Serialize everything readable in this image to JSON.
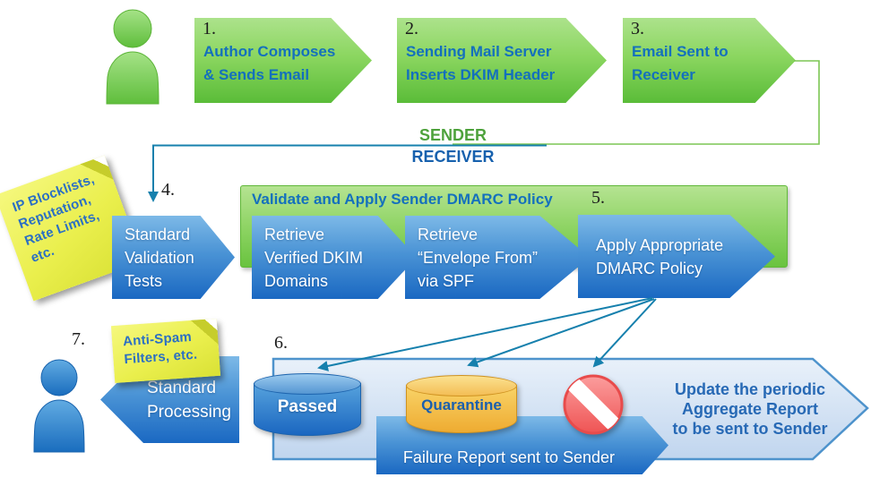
{
  "diagram": {
    "sender": {
      "steps": [
        {
          "num": "1.",
          "label": "Author Composes\n& Sends Email"
        },
        {
          "num": "2.",
          "label": "Sending Mail Server\nInserts DKIM Header"
        },
        {
          "num": "3.",
          "label": "Email Sent to\nReceiver"
        }
      ]
    },
    "divider": {
      "sender_label": "SENDER",
      "receiver_label": "RECEIVER"
    },
    "notes": [
      {
        "text": "IP Blocklists,\nReputation,\nRate Limits,\netc."
      },
      {
        "text": "Anti-Spam\nFilters, etc."
      }
    ],
    "receiver": {
      "validation": {
        "num": "4.",
        "label": "Standard\nValidation\nTests"
      },
      "policy_box": {
        "num": "5.",
        "title": "Validate and Apply Sender DMARC Policy",
        "steps": [
          "Retrieve\nVerified DKIM\nDomains",
          "Retrieve\n“Envelope From”\nvia SPF",
          "Apply Appropriate\nDMARC Policy"
        ]
      },
      "outcomes": {
        "num": "6.",
        "passed": "Passed",
        "quarantine": "Quarantine",
        "aggregate": "Update the periodic\nAggregate Report\nto be sent to Sender",
        "failure": "Failure Report sent to Sender"
      },
      "processing": {
        "num": "7.",
        "label": "Standard\nProcessing"
      }
    },
    "colors": {
      "flow_green": "#5abc38",
      "flow_blue": "#1a68c2",
      "label_blue": "#1470bd",
      "teal_connector": "#1680ad",
      "sender_green": "#4ea23c",
      "receiver_blue": "#1761ae",
      "sticky_yellow": "#eaef4d",
      "band_fill": "#c3d7ee",
      "quarantine_orange": "#eeab31",
      "deny_red": "#f26060"
    }
  }
}
